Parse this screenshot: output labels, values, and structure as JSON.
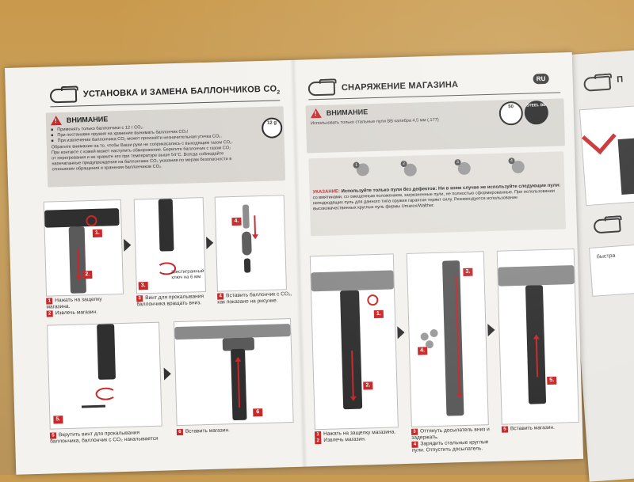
{
  "left": {
    "title": "УСТАНОВКА И ЗАМЕНА БАЛЛОНЧИКОВ CO",
    "title_sub": "2",
    "warn_title": "ВНИМАНИЕ",
    "warn_lines": [
      "Применять только баллончики с 12 г CO₂.",
      "При постановке оружия на хранение вынимать баллончик CO₂!",
      "При извлечении баллончика CO₂ может произойти незначительная утечка CO₂.",
      "Обратите внимание на то, чтобы Ваши руки не соприкасались с выходящим газом CO₂.",
      "При контакте с кожей может наступить обморожение. Берегите баллончик с газом CO₂",
      "от перегревания и не храните его при температуре выше 54°С. Всегда соблюдайте",
      "напечатанные предупреждения на баллончике CO₂ указания по мерам безопасности в",
      "отношении обращения и хранения баллончиков CO₂."
    ],
    "badge": "12 g",
    "caption1": [
      "Нажать на защелку магазина.",
      "Извлечь магазин."
    ],
    "caption2": "Винт для прокалывания баллончика вращать вниз.",
    "caption2_key": "Шестигранный ключ на 6 мм",
    "caption3": "Вставить баллончик с CO₂, как показано на рисунке.",
    "caption5": "Вкрутить винт для прокалывания баллончика, баллончик с CO₂ накалывается",
    "caption6": "Вставить магазин."
  },
  "right": {
    "title": "СНАРЯЖЕНИЕ МАГАЗИНА",
    "lang": "RU",
    "warn_title": "ВНИМАНИЕ",
    "warn_line": "Использовать только стальные пули BB калибра 4,5 мм (.177)",
    "badge_top": "50",
    "badge_bottom": "STEEL BB",
    "note_head": "УКАЗАНИЕ:",
    "note_bold": "Используйте только пули без дефектов: Ни в коем случае не используйте следующие пули: ",
    "note_rest": "со вмятинами, со смещенным положением, загрязненные пули, не полностью сформированные. При использовании неподходящих пуль для данного типа оружия гарантия теряет силу. Рекомендуется использование высококачественных круглых пуль фирмы Umarex/Walther.",
    "captions_left": [
      "Нажать на защелку магазина.",
      "Извлечь магазин."
    ],
    "captions_mid": [
      "Оттянуть досылатель вниз и задержать.",
      "Зарядить стальные круглые пули. Отпустить досылатель."
    ],
    "captions_right": "Вставить магазин."
  },
  "side": {
    "fragment": "П",
    "fragment2": "быстра"
  }
}
